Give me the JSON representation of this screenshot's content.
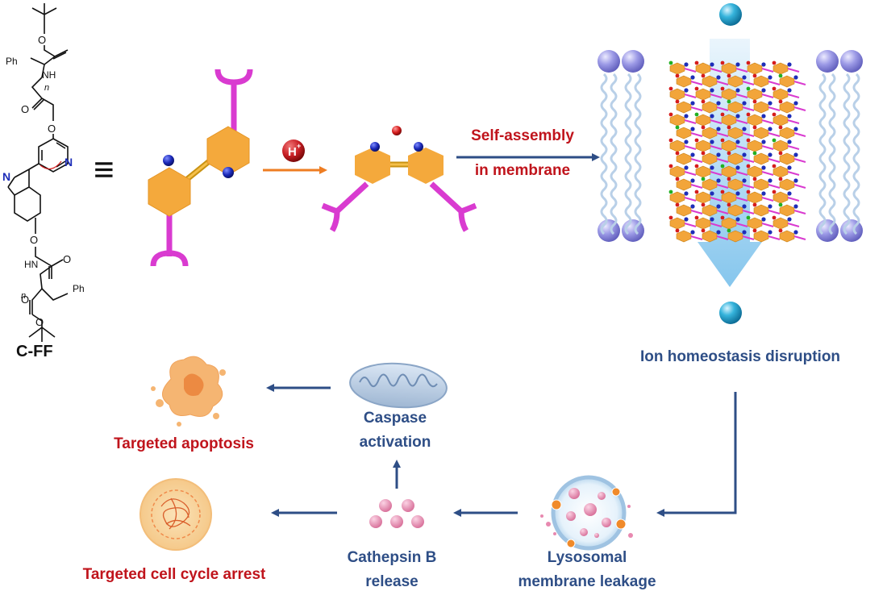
{
  "molecule": {
    "name": "C-FF",
    "substituent_top": "Ph",
    "substituent_bottom": "Ph",
    "amide_top": "NH",
    "amide_bottom": "HN",
    "repeat_index": "n",
    "atom_n": "N",
    "atom_o": "O",
    "equivalence_symbol": "≡"
  },
  "steps": {
    "protonation": {
      "label": "H",
      "superscript": "+"
    },
    "self_assembly": {
      "line1": "Self-assembly",
      "line2": "in membrane"
    },
    "ion_disruption": "Ion homeostasis disruption",
    "lysosomal": {
      "line1": "Lysosomal",
      "line2": "membrane leakage"
    },
    "cathepsin": {
      "line1": "Cathepsin B",
      "line2": "release"
    },
    "caspase": {
      "line1": "Caspase",
      "line2": "activation"
    },
    "apoptosis": "Targeted apoptosis",
    "cell_cycle": "Targeted cell cycle arrest"
  },
  "colors": {
    "outcome_text": "#c0141c",
    "process_text": "#2e4e86",
    "arrow": "#2e4e86",
    "protonation_arrow": "#ee7d22",
    "hexagon": "#f4a93c",
    "linker": "#d93bd0",
    "nitrogen": "#1d2db8",
    "proton": "#d61c1c",
    "ion": "#2aa6cf",
    "lipid_head": "#8e8ee0"
  }
}
